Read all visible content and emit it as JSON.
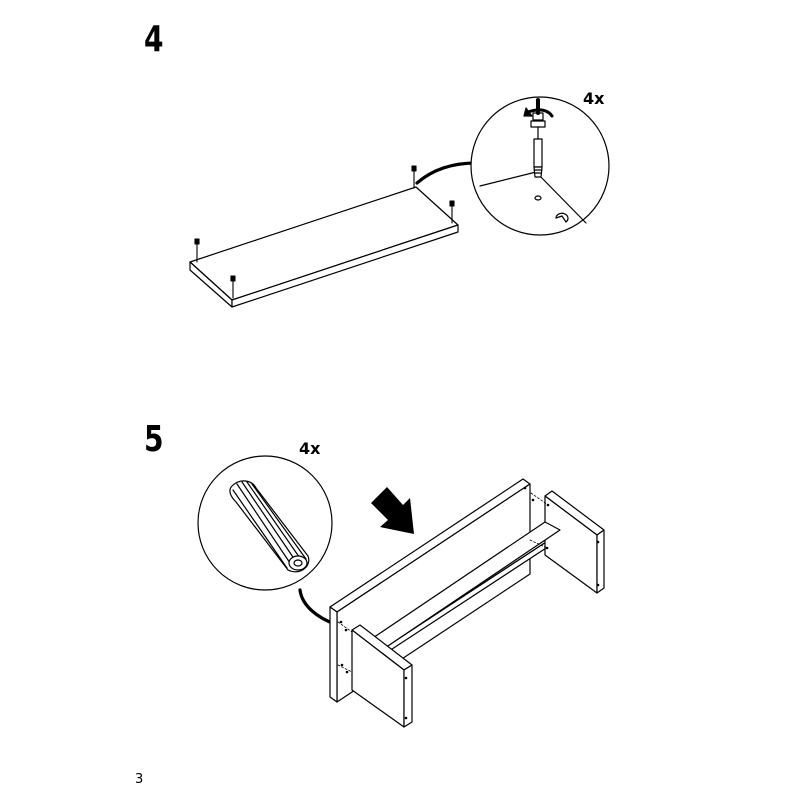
{
  "steps": [
    {
      "number": "4",
      "quantity": "4x"
    },
    {
      "number": "5",
      "quantity": "4x"
    }
  ],
  "page_number": "3",
  "icons": [
    "cam-bolt-icon",
    "wooden-dowel-icon",
    "direction-arrow-icon"
  ]
}
